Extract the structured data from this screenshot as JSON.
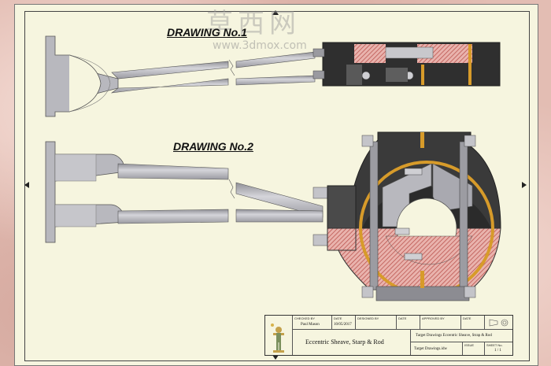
{
  "watermark": {
    "chars": "草西网",
    "url": "www.3dmox.com"
  },
  "titles": {
    "drawing1": "DRAWING No.1",
    "drawing2": "DRAWING No.2"
  },
  "title_block": {
    "checked_by_label": "CHECKED BY",
    "checked_by": "Paul Mason",
    "date_label": "DATE",
    "date": "10/05/2017",
    "designed_by_label": "DESIGNED BY",
    "date2_label": "DATE",
    "approved_by_label": "APPROVED BY",
    "date3_label": "DATE",
    "title": "Eccentric Sheave, Starp & Rod",
    "subtitle": "Target Drawings Eccentric Sheave, Strap & Rod",
    "filename": "Target Drawings.idw",
    "issue_label": "ISSUE",
    "sheet_label": "SHEET No.",
    "sheet_value": "1 / 1"
  },
  "colors": {
    "sheet": "#f6f5df",
    "metal": "#b9b9bf",
    "dark": "#3a3a3a",
    "hatch": "#c86b66",
    "brass": "#d79b2a"
  }
}
